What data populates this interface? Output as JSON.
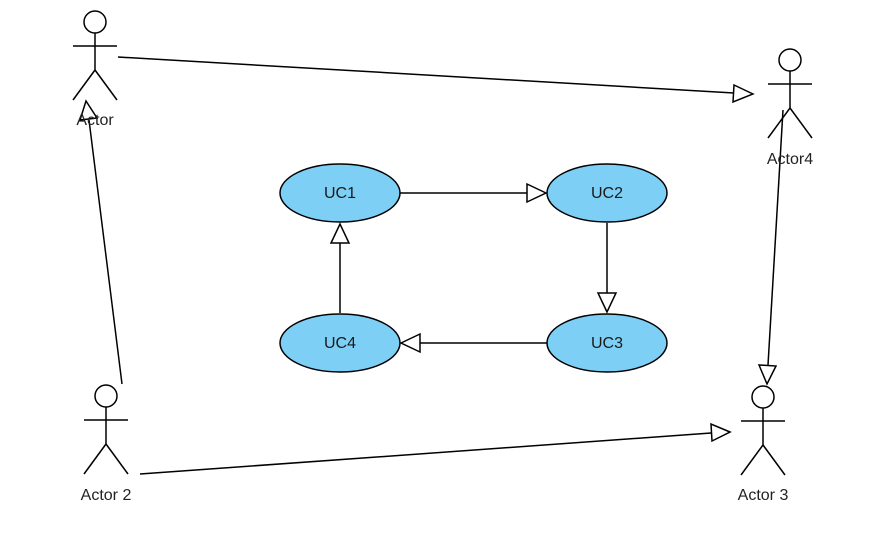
{
  "colors": {
    "usecase_fill": "#7ecff5",
    "line": "#000000",
    "background": "#ffffff"
  },
  "actors": {
    "actor1": {
      "label": "Actor"
    },
    "actor2": {
      "label": "Actor 2"
    },
    "actor3": {
      "label": "Actor 3"
    },
    "actor4": {
      "label": "Actor4"
    }
  },
  "usecases": {
    "uc1": {
      "label": "UC1"
    },
    "uc2": {
      "label": "UC2"
    },
    "uc3": {
      "label": "UC3"
    },
    "uc4": {
      "label": "UC4"
    }
  },
  "relationships": [
    {
      "from": "Actor",
      "to": "Actor4",
      "type": "generalization"
    },
    {
      "from": "Actor 2",
      "to": "Actor",
      "type": "generalization"
    },
    {
      "from": "Actor 2",
      "to": "Actor 3",
      "type": "generalization"
    },
    {
      "from": "Actor4",
      "to": "Actor 3",
      "type": "generalization"
    },
    {
      "from": "UC1",
      "to": "UC2",
      "type": "generalization"
    },
    {
      "from": "UC2",
      "to": "UC3",
      "type": "generalization"
    },
    {
      "from": "UC3",
      "to": "UC4",
      "type": "generalization"
    },
    {
      "from": "UC4",
      "to": "UC1",
      "type": "generalization"
    }
  ]
}
